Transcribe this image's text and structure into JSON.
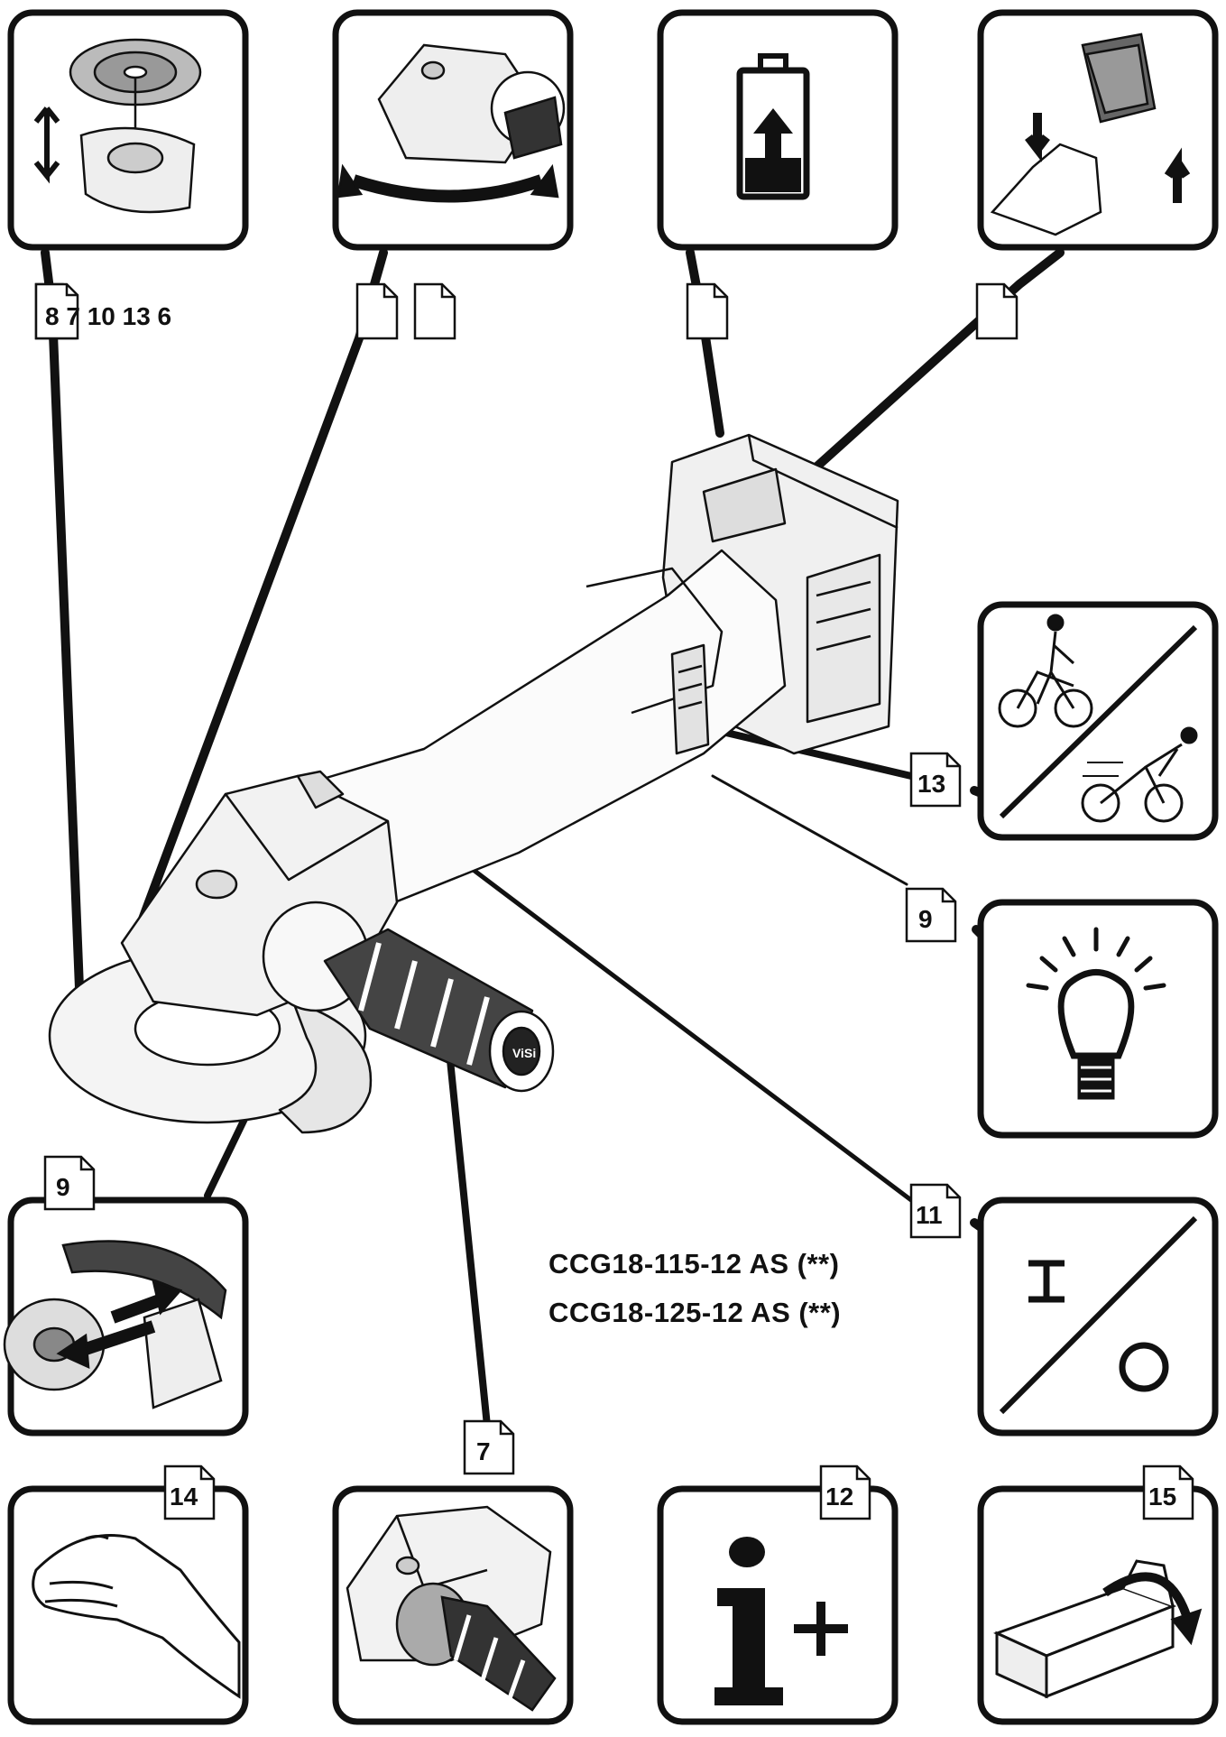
{
  "title_lines": [
    "CCG18-115-12 AS (**)",
    "CCG18-125-12 AS (**)"
  ],
  "tags": {
    "wheel_refs": "8 7 10  13 6",
    "tag_13": "13",
    "tag_9_light": "9",
    "tag_9_guard": "9",
    "tag_11": "11",
    "tag_7": "7",
    "tag_14": "14",
    "tag_12": "12",
    "tag_15": "15"
  },
  "icons": {
    "wheel_mounting": "grinding-disc-mounting-icon",
    "guard_rotation": "guard-rotation-icon",
    "battery_charge": "battery-charge-icon",
    "battery_insert": "battery-insert-remove-icon",
    "speed_selection": "speed-selection-icon",
    "work_light": "light-bulb-icon",
    "power_switch": "on-off-switch-icon",
    "guard_adjust": "guard-adjust-icon",
    "vibration": "hand-vibration-icon",
    "side_handle": "side-handle-icon",
    "more_info": "information-icon",
    "packaging": "packaging-icon"
  }
}
